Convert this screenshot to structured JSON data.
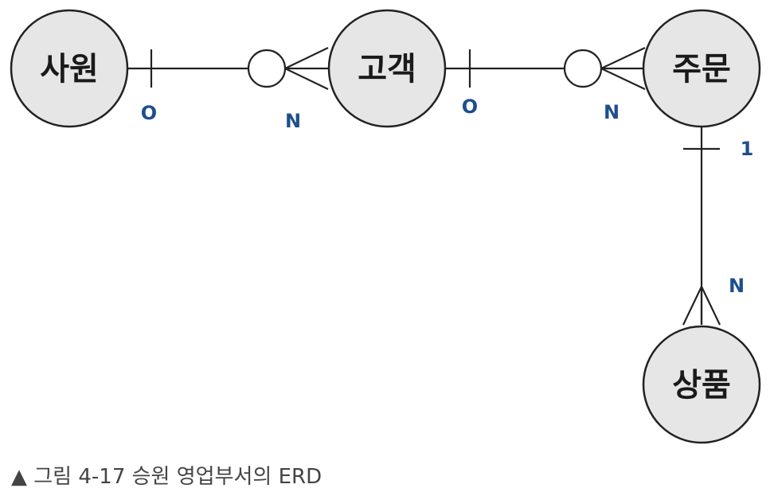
{
  "entities": {
    "employee": "사원",
    "customer": "고객",
    "order": "주문",
    "product": "상품"
  },
  "cardinalities": {
    "employee_side": "O",
    "customer_from_employee": "N",
    "customer_side": "O",
    "order_from_customer": "N",
    "order_side": "1",
    "product_from_order": "N"
  },
  "caption": "▲ 그림 4-17 승원 영업부서의 ERD",
  "colors": {
    "entity_fill": "#e6e6e6",
    "stroke": "#222222",
    "cardinality_text": "#1f4e8c",
    "caption_text": "#444444"
  }
}
